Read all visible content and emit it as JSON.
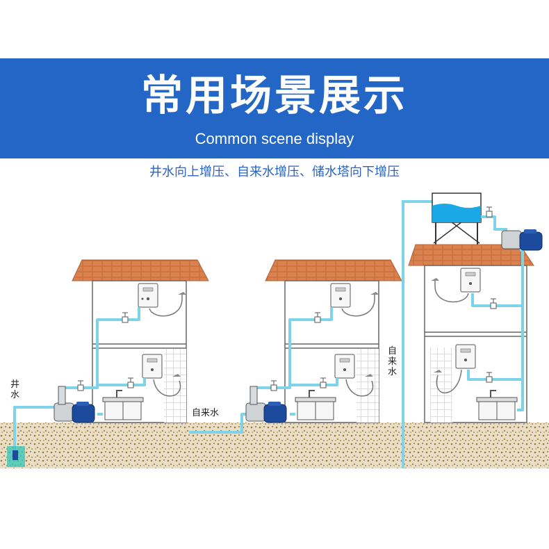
{
  "header": {
    "title": "常用场景展示",
    "subtitle_en": "Common scene display"
  },
  "description": "井水向上增压、自来水增压、储水塔向下增压",
  "labels": {
    "well_water": "井水",
    "tap_water_1": "自来水",
    "tap_water_2": "自来水"
  },
  "colors": {
    "banner": "#2366c6",
    "subtitle": "#2a63c4",
    "pipe": "#7fd3e8",
    "roof": "#d7804d",
    "pump_blue": "#1c4a9c",
    "ground": "#e8dcc2"
  }
}
